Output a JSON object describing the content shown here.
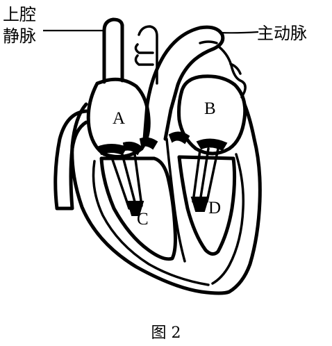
{
  "labels": {
    "superior_vena_cava": "上腔静脉",
    "aorta": "主动脉",
    "chamber_a": "A",
    "chamber_b": "B",
    "chamber_c": "C",
    "chamber_d": "D"
  },
  "caption": "图 2",
  "colors": {
    "line": "#000000",
    "background": "#ffffff"
  }
}
